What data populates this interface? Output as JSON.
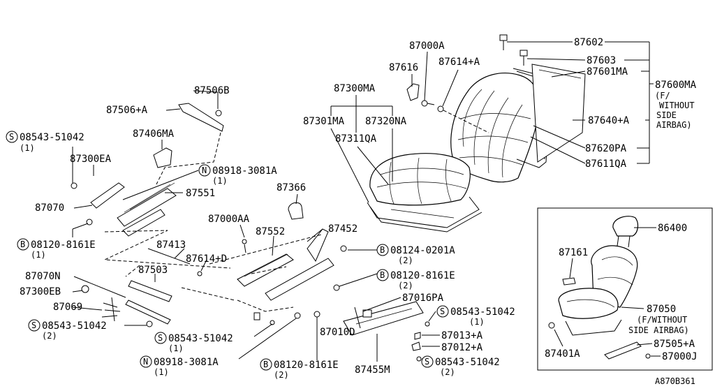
{
  "labels": {
    "p87506B": "87506B",
    "p87506A": "87506+A",
    "s08543a": "08543-51042",
    "s08543a_q": "(1)",
    "p87406MA": "87406MA",
    "p87300EA": "87300EA",
    "n08918a": "08918-3081A",
    "n08918a_q": "(1)",
    "p87551": "87551",
    "p87070": "87070",
    "b08120a": "08120-8161E",
    "b08120a_q": "(1)",
    "p87413": "87413",
    "p87503": "87503",
    "p87070N": "87070N",
    "p87300EB": "87300EB",
    "p87069": "87069",
    "s08543b": "08543-51042",
    "s08543b_q": "(2)",
    "p87000AA": "87000AA",
    "p87552": "87552",
    "p87614D": "87614+D",
    "s08543c": "08543-51042",
    "s08543c_q": "(1)",
    "n08918b": "08918-3081A",
    "n08918b_q": "(1)",
    "b08120c": "08120-8161E",
    "b08120c_q": "(2)",
    "p87366": "87366",
    "p87452": "87452",
    "b08124": "08124-0201A",
    "b08124_q": "(2)",
    "b08120b": "08120-8161E",
    "b08120b_q": "(2)",
    "p87016PA": "87016PA",
    "s08543d": "08543-51042",
    "s08543d_q": "(1)",
    "p87010D": "87010D",
    "p87013A": "87013+A",
    "p87012A": "87012+A",
    "s08543e": "08543-51042",
    "s08543e_q": "(2)",
    "p87455M": "87455M",
    "p87300MA": "87300MA",
    "p87301MA": "87301MA",
    "p87320NA": "87320NA",
    "p87311QA": "87311QA",
    "p87616": "87616",
    "p87000A": "87000A",
    "p87614A": "87614+A",
    "p87602": "87602",
    "p87603": "87603",
    "p87601MA": "87601MA",
    "p87600MA": "87600MA",
    "p87600MA_n1": "(F/",
    "p87600MA_n2": "WITHOUT",
    "p87600MA_n3": "SIDE",
    "p87600MA_n4": "AIRBAG)",
    "p87640A": "87640+A",
    "p87620PA": "87620PA",
    "p87611QA": "87611QA",
    "p86400": "86400",
    "p87161": "87161",
    "p87050": "87050",
    "p87050_n1": "(F/WITHOUT",
    "p87050_n2": "SIDE AIRBAG)",
    "p87401A": "87401A",
    "p87505A": "87505+A",
    "p87000J": "87000J",
    "ref": "A870B361"
  },
  "symbols": {
    "S": "S",
    "N": "N",
    "B": "B"
  }
}
